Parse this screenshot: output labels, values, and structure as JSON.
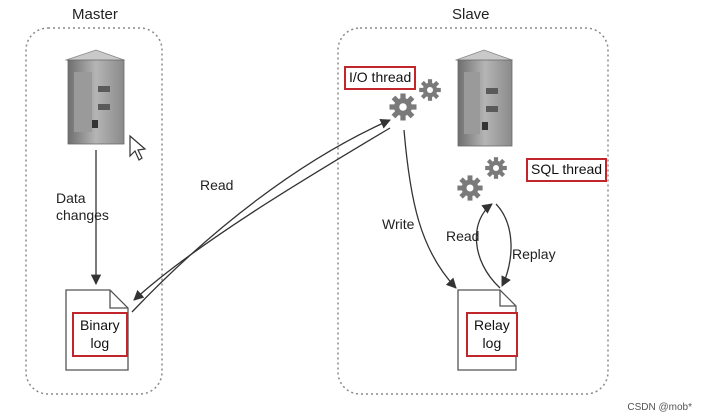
{
  "master": {
    "title": "Master",
    "data_changes": [
      "Data",
      "changes"
    ],
    "binary_log": [
      "Binary",
      "log"
    ]
  },
  "slave": {
    "title": "Slave",
    "io_thread": "I/O thread",
    "sql_thread": "SQL thread",
    "relay_log": [
      "Relay",
      "log"
    ]
  },
  "edges": {
    "read_binlog": "Read",
    "write_relay": "Write",
    "read_relay": "Read",
    "replay": "Replay"
  },
  "watermark": "CSDN @mob*"
}
